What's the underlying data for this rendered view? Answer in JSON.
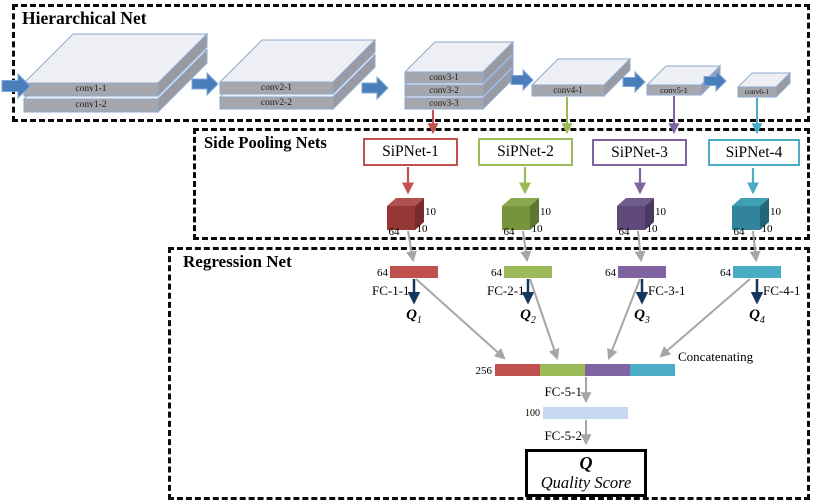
{
  "palette": {
    "flow_blue": "#4a7ebb",
    "red": "#c0504d",
    "green": "#9bbb59",
    "purple": "#8064a2",
    "teal": "#4bacc6",
    "navy_arrow": "#17365d",
    "gray_arrow": "#a6a6a6",
    "hidden_bar": "#c6d9f1",
    "slab_top": "#edeff4",
    "slab_front": "#a6a6ad",
    "slab_stroke": "#8fa9d0"
  },
  "hierarchical": {
    "title": "Hierarchical Net",
    "groups": [
      [
        "conv1-1",
        "conv1-2"
      ],
      [
        "conv2-1",
        "conv2-2"
      ],
      [
        "conv3-1",
        "conv3-2",
        "conv3-3"
      ],
      [
        "conv4-1"
      ],
      [
        "conv5-1"
      ],
      [
        "conv6-1"
      ]
    ]
  },
  "side_pooling": {
    "title": "Side Pooling Nets",
    "nets": [
      {
        "label": "SiPNet-1",
        "color": "#c0504d",
        "cube_label_side": "10",
        "cube_label_width": "64",
        "cube_label_depth": "10"
      },
      {
        "label": "SiPNet-2",
        "color": "#9bbb59",
        "cube_label_side": "10",
        "cube_label_width": "64",
        "cube_label_depth": "10"
      },
      {
        "label": "SiPNet-3",
        "color": "#8064a2",
        "cube_label_side": "10",
        "cube_label_width": "64",
        "cube_label_depth": "10"
      },
      {
        "label": "SiPNet-4",
        "color": "#4bacc6",
        "cube_label_side": "10",
        "cube_label_width": "64",
        "cube_label_depth": "10"
      }
    ]
  },
  "regression": {
    "title": "Regression Net",
    "branches": [
      {
        "input_size": "64",
        "fc_label": "FC-1-1",
        "q_base": "Q",
        "q_sub": "1"
      },
      {
        "input_size": "64",
        "fc_label": "FC-2-1",
        "q_base": "Q",
        "q_sub": "2"
      },
      {
        "input_size": "64",
        "fc_label": "FC-3-1",
        "q_base": "Q",
        "q_sub": "3"
      },
      {
        "input_size": "64",
        "fc_label": "FC-4-1",
        "q_base": "Q",
        "q_sub": "4"
      }
    ],
    "concat": {
      "size": "256",
      "annotation": "Concatenating",
      "fc_label": "FC-5-1"
    },
    "hidden": {
      "size": "100",
      "fc_label": "FC-5-2"
    },
    "output": {
      "symbol": "Q",
      "caption": "Quality Score"
    }
  }
}
